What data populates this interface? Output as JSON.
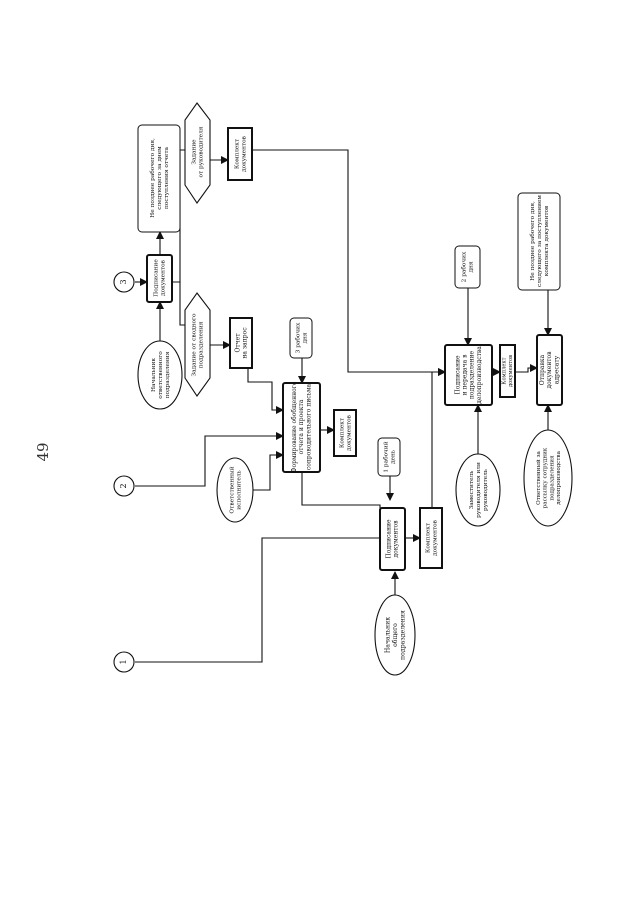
{
  "page_number": "49",
  "connectors": {
    "c1": "1",
    "c2": "2",
    "c3": "3"
  },
  "nodes": {
    "head_subdivision": [
      "Начальник",
      "общего",
      "подразделения"
    ],
    "sign_docs_1": [
      "Подписание",
      "документов"
    ],
    "complect_1": [
      "Комплект",
      "документов"
    ],
    "one_day_note": [
      "1 рабочий",
      "день"
    ],
    "resp_executor": [
      "Ответственный",
      "исполнитель"
    ],
    "form_summary": [
      "Формирование обобщенного",
      "отчета и проекта",
      "сопроводительного письма"
    ],
    "complect_2": [
      "Комплект",
      "документов"
    ],
    "three_days_note": [
      "3 рабочих",
      "дня"
    ],
    "report_request": [
      "Отчет",
      "на запрос"
    ],
    "task_summary_dept": [
      "Задание от сводного",
      "подразделения"
    ],
    "head_responsible": [
      "Начальник",
      "ответственного",
      "подразделения"
    ],
    "sign_docs_3": [
      "Подписание",
      "документов"
    ],
    "deadline_note": [
      "Не позднее рабочего дня,",
      "следующего за днем",
      "поступления отчета"
    ],
    "task_head": [
      "Задание",
      "от руководителя"
    ],
    "complect_3": [
      "Комплект",
      "документов"
    ],
    "deputy_head": [
      "Заместитель",
      "руководителя или",
      "руководитель"
    ],
    "signing_transfer": [
      "Подписание",
      "и передача в",
      "подразделение",
      "делопроизводства"
    ],
    "complect_4": [
      "Комплект",
      "документов"
    ],
    "two_days_note": [
      "2 рабочих",
      "дня"
    ],
    "resp_mailing": [
      "Ответственный за",
      "рассылку сотрудник",
      "подразделения",
      "делопроизводства"
    ],
    "send_addressee": [
      "Отправка",
      "документов",
      "адресату"
    ],
    "send_deadline_note": [
      "Не позднее рабочего дня,",
      "следующего за поступлением",
      "комплекта документов"
    ]
  }
}
